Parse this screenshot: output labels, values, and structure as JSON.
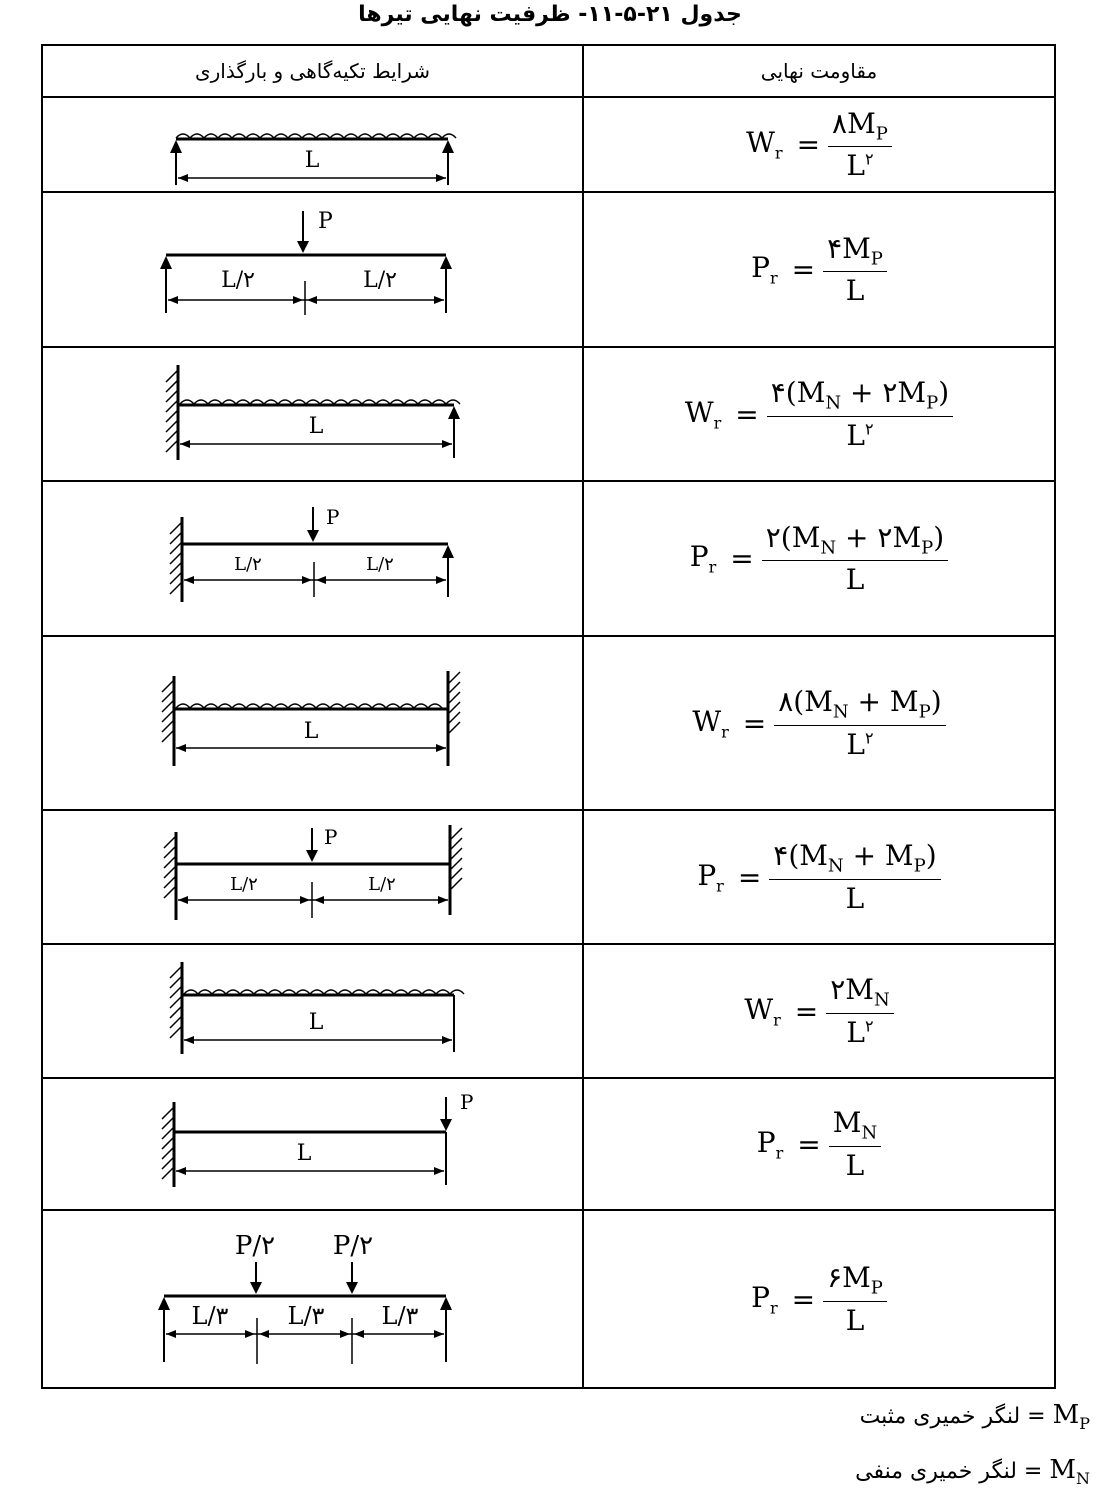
{
  "title": "جدول ۲۱-۵-۱۱- ظرفیت نهایی تیرها",
  "headers": {
    "conditions": "شرایط تکیه‌گاهی و بارگذاری",
    "capacity": "مقاومت نهایی"
  },
  "rows": [
    {
      "lhs": "W",
      "sub": "r",
      "num_coef": "۸",
      "num_terms": "M",
      "num_sub": "P",
      "den": "L",
      "den_sup": "۲",
      "labels": {
        "span": "L"
      }
    },
    {
      "lhs": "P",
      "sub": "r",
      "num_coef": "۴",
      "num_terms": "M",
      "num_sub": "P",
      "den": "L",
      "den_sup": "",
      "labels": {
        "load": "P",
        "left": "L/۲",
        "right": "L/۲"
      }
    },
    {
      "lhs": "W",
      "sub": "r",
      "num_text": "۴(M_N + ۲M_P)",
      "den": "L",
      "den_sup": "۲",
      "labels": {
        "span": "L"
      }
    },
    {
      "lhs": "P",
      "sub": "r",
      "num_text": "۲(M_N + ۲M_P)",
      "den": "L",
      "den_sup": "",
      "labels": {
        "load": "P",
        "left": "L/۲",
        "right": "L/۲"
      }
    },
    {
      "lhs": "W",
      "sub": "r",
      "num_text": "۸(M_N + M_P)",
      "den": "L",
      "den_sup": "۲",
      "labels": {
        "span": "L"
      }
    },
    {
      "lhs": "P",
      "sub": "r",
      "num_text": "۴(M_N + M_P)",
      "den": "L",
      "den_sup": "",
      "labels": {
        "load": "P",
        "left": "L/۲",
        "right": "L/۲"
      }
    },
    {
      "lhs": "W",
      "sub": "r",
      "num_coef": "۲",
      "num_terms": "M",
      "num_sub": "N",
      "den": "L",
      "den_sup": "۲",
      "labels": {
        "span": "L"
      }
    },
    {
      "lhs": "P",
      "sub": "r",
      "num_coef": "",
      "num_terms": "M",
      "num_sub": "N",
      "den": "L",
      "den_sup": "",
      "labels": {
        "load": "P",
        "span": "L"
      }
    },
    {
      "lhs": "P",
      "sub": "r",
      "num_coef": "۶",
      "num_terms": "M",
      "num_sub": "P",
      "den": "L",
      "den_sup": "",
      "labels": {
        "load1": "P/۲",
        "load2": "P/۲",
        "a": "L/۳",
        "b": "L/۳",
        "c": "L/۳"
      }
    }
  ],
  "legend": [
    {
      "sym": "M",
      "sub": "P",
      "text": "لنگر خمیری مثبت"
    },
    {
      "sym": "M",
      "sub": "N",
      "text": "لنگر خمیری منفی"
    }
  ]
}
